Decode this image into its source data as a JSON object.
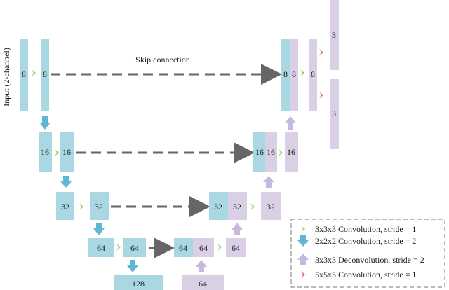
{
  "input_label": "Input (2-channel)",
  "skip_label": "Skip connection",
  "blocks": {
    "enc1": [
      "8",
      "8"
    ],
    "enc2": [
      "16",
      "16"
    ],
    "enc3": [
      "32",
      "32"
    ],
    "enc4": [
      "64",
      "64"
    ],
    "bottleneck": "128",
    "dec4": [
      "64",
      "64",
      "64"
    ],
    "dec3": [
      "32",
      "32",
      "32"
    ],
    "dec2": [
      "16",
      "16",
      "16"
    ],
    "dec1": [
      "8",
      "8",
      "8"
    ],
    "up64": "64",
    "out": [
      "3",
      "3"
    ]
  },
  "legend": {
    "conv3": "3x3x3 Convolution, stride = 1",
    "conv2": "2x2x2 Convolution, stride = 2",
    "deconv": "3x3x3 Deconvolution, stride = 2",
    "conv5": "5x5x5 Convolution, stride = 1"
  },
  "colors": {
    "encoder": "#a9d8e3",
    "decoder": "#d9d0e6",
    "green_arrow": "#9ccc6a",
    "blue_arrow": "#5fb8cf",
    "purple_arrow": "#c6b9dc",
    "red_arrow": "#d9776a",
    "skip_arrow": "#666666"
  }
}
